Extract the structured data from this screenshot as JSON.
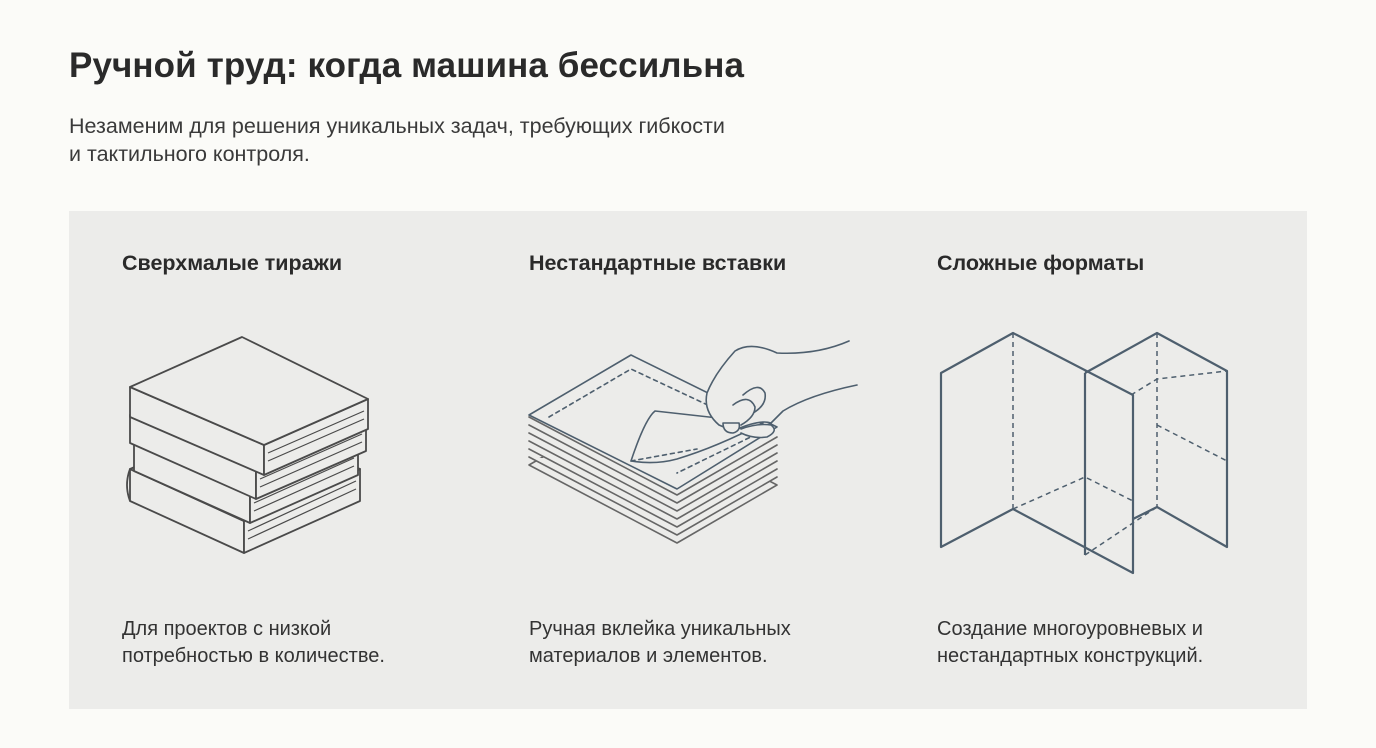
{
  "header": {
    "title": "Ручной труд: когда машина бессильна",
    "subtitle": "Незаменим для решения уникальных задач, требующих гибкости и тактильного контроля."
  },
  "cards": [
    {
      "title": "Сверхмалые тиражи",
      "icon": "book-stack-icon",
      "description": "Для проектов с низкой потребностью в количестве."
    },
    {
      "title": "Нестандартные вставки",
      "icon": "hand-inserting-sheet-icon",
      "description": "Ручная вклейка уникальных материалов и элементов."
    },
    {
      "title": "Сложные форматы",
      "icon": "folded-brochure-icon",
      "description": "Создание многоуровневых и нестандартных конструкций."
    }
  ],
  "colors": {
    "background": "#fbfbf8",
    "panel": "#ececea",
    "line_dark": "#4a4a4a",
    "line_blue": "#4e5f6e"
  }
}
